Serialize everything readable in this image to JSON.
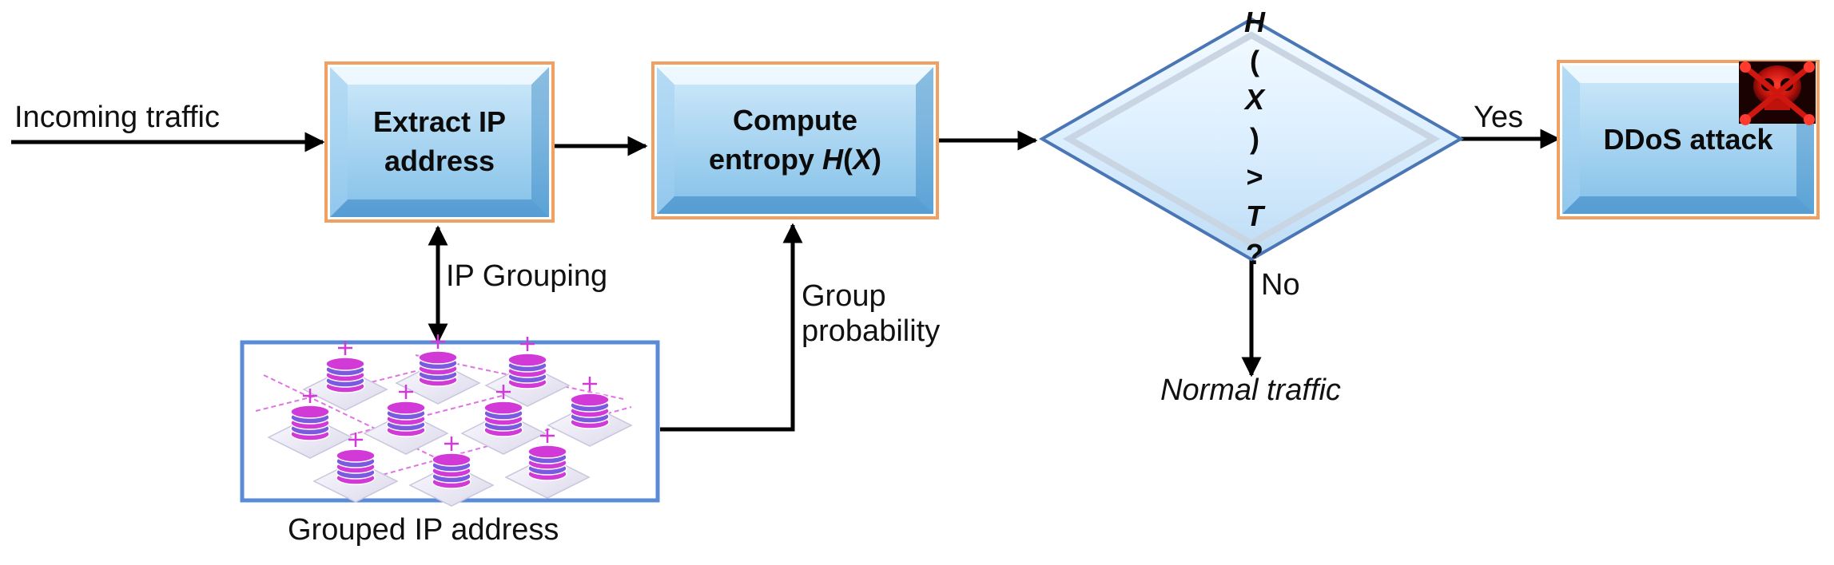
{
  "diagram": {
    "input_label": "Incoming traffic",
    "extract_box": {
      "line1": "Extract IP",
      "line2": "address"
    },
    "entropy_box": {
      "line1": "Compute",
      "line2_prefix": "entropy ",
      "line2_italic": "H",
      "line2_paren_open": "(",
      "line2_var": "X",
      "line2_paren_close": ")"
    },
    "decision": {
      "h": "H",
      "open": "(",
      "x": "X",
      "close": ")",
      "gt": " >",
      "t": "T",
      "q": " ?"
    },
    "yes_label": "Yes",
    "no_label": "No",
    "attack_box": {
      "label": "DDoS attack"
    },
    "grouping_label": "IP Grouping",
    "group_prob_label": {
      "line1": "Group",
      "line2": "probability"
    },
    "normal_label": "Normal traffic",
    "grouped_label": "Grouped IP address"
  },
  "colors": {
    "box_orange_border": "#f0a062",
    "box_blue_light": "#d6ecfa",
    "box_blue_dark": "#6fb3e2",
    "diamond_border": "#4a76b5",
    "server_pink": "#d23ad8",
    "server_violet": "#7a5be0",
    "arrow": "#000000"
  }
}
